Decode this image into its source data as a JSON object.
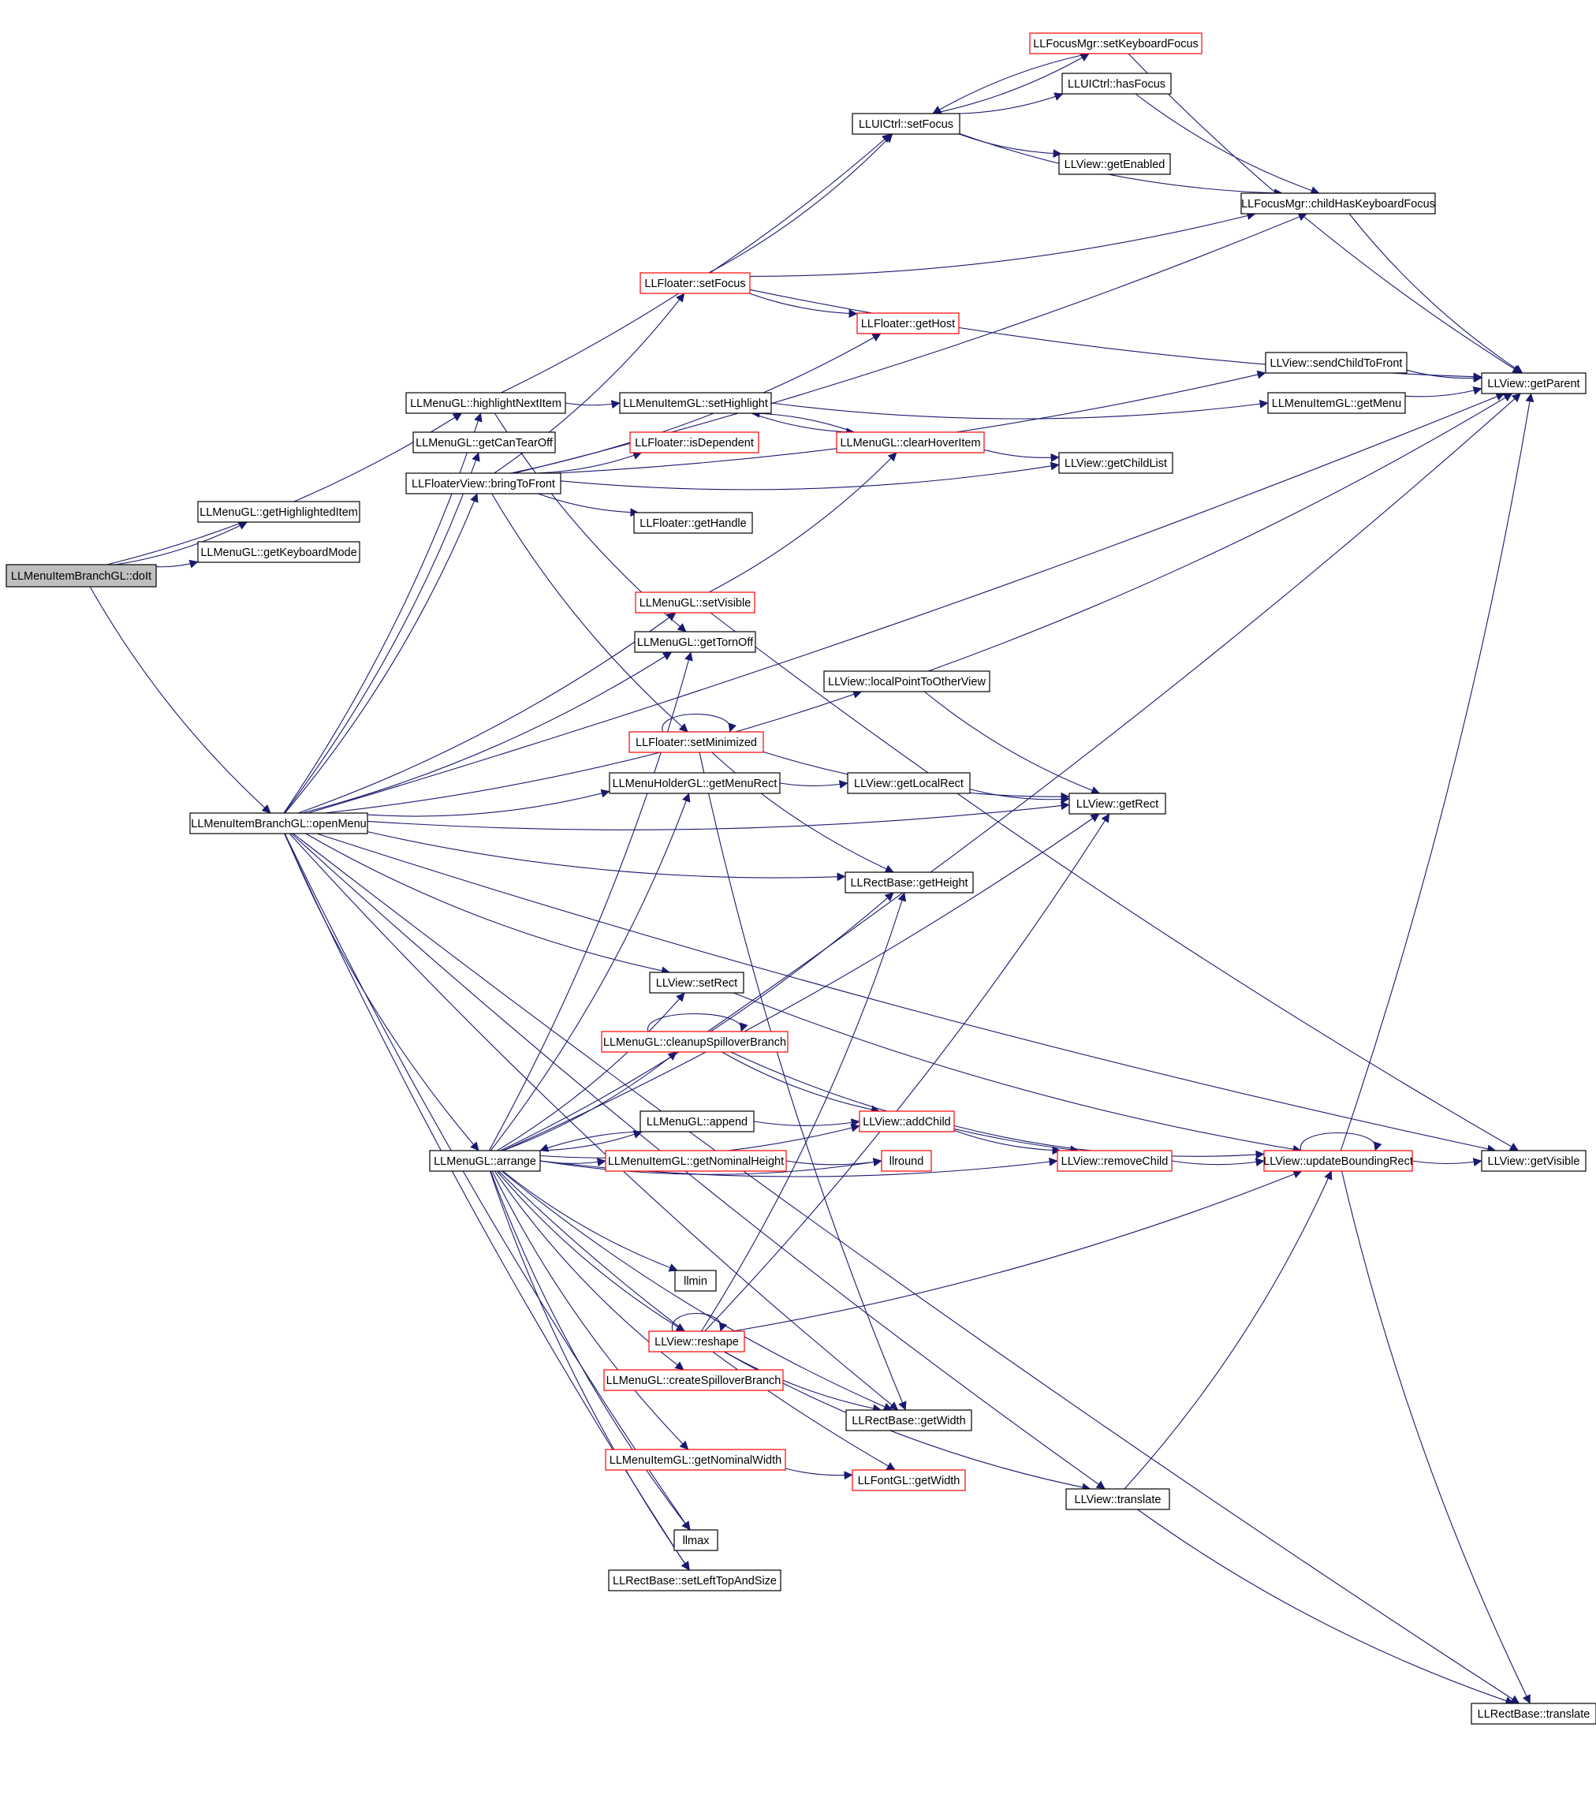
{
  "colors": {
    "edge": "#191970",
    "box_border": "#000000",
    "incomplete_border": "#ff0000",
    "root_fill": "#bfbfbf",
    "background": "#ffffff"
  },
  "nodes": [
    {
      "id": "doIt",
      "label": "LLMenuItemBranchGL::doIt",
      "kind": "root"
    },
    {
      "id": "getHighlightedItem",
      "label": "LLMenuGL::getHighlightedItem",
      "kind": "normal"
    },
    {
      "id": "getKeyboardMode",
      "label": "LLMenuGL::getKeyboardMode",
      "kind": "normal"
    },
    {
      "id": "openMenu",
      "label": "LLMenuItemBranchGL::openMenu",
      "kind": "normal"
    },
    {
      "id": "highlightNextItem",
      "label": "LLMenuGL::highlightNextItem",
      "kind": "normal"
    },
    {
      "id": "getCanTearOff",
      "label": "LLMenuGL::getCanTearOff",
      "kind": "normal"
    },
    {
      "id": "bringToFront",
      "label": "LLFloaterView::bringToFront",
      "kind": "normal"
    },
    {
      "id": "arrange",
      "label": "LLMenuGL::arrange",
      "kind": "normal"
    },
    {
      "id": "setKeyboardFocus",
      "label": "LLFocusMgr::setKeyboardFocus",
      "kind": "red"
    },
    {
      "id": "hasFocus",
      "label": "LLUICtrl::hasFocus",
      "kind": "normal"
    },
    {
      "id": "setFocusUI",
      "label": "LLUICtrl::setFocus",
      "kind": "normal"
    },
    {
      "id": "getEnabled",
      "label": "LLView::getEnabled",
      "kind": "normal"
    },
    {
      "id": "childHasKeyboardFocus",
      "label": "LLFocusMgr::childHasKeyboardFocus",
      "kind": "normal"
    },
    {
      "id": "setFocusFloater",
      "label": "LLFloater::setFocus",
      "kind": "red"
    },
    {
      "id": "getHost",
      "label": "LLFloater::getHost",
      "kind": "red"
    },
    {
      "id": "sendChildToFront",
      "label": "LLView::sendChildToFront",
      "kind": "normal"
    },
    {
      "id": "setHighlight",
      "label": "LLMenuItemGL::setHighlight",
      "kind": "normal"
    },
    {
      "id": "getMenu",
      "label": "LLMenuItemGL::getMenu",
      "kind": "normal"
    },
    {
      "id": "getParent",
      "label": "LLView::getParent",
      "kind": "normal"
    },
    {
      "id": "isDependent",
      "label": "LLFloater::isDependent",
      "kind": "red"
    },
    {
      "id": "clearHoverItem",
      "label": "LLMenuGL::clearHoverItem",
      "kind": "red"
    },
    {
      "id": "getChildList",
      "label": "LLView::getChildList",
      "kind": "normal"
    },
    {
      "id": "getHandle",
      "label": "LLFloater::getHandle",
      "kind": "normal"
    },
    {
      "id": "setVisible",
      "label": "LLMenuGL::setVisible",
      "kind": "red"
    },
    {
      "id": "getTornOff",
      "label": "LLMenuGL::getTornOff",
      "kind": "normal"
    },
    {
      "id": "localPointToOtherView",
      "label": "LLView::localPointToOtherView",
      "kind": "normal"
    },
    {
      "id": "setMinimized",
      "label": "LLFloater::setMinimized",
      "kind": "red"
    },
    {
      "id": "getMenuRect",
      "label": "LLMenuHolderGL::getMenuRect",
      "kind": "normal"
    },
    {
      "id": "getLocalRect",
      "label": "LLView::getLocalRect",
      "kind": "normal"
    },
    {
      "id": "getRect",
      "label": "LLView::getRect",
      "kind": "normal"
    },
    {
      "id": "getHeight",
      "label": "LLRectBase::getHeight",
      "kind": "normal"
    },
    {
      "id": "setRect",
      "label": "LLView::setRect",
      "kind": "normal"
    },
    {
      "id": "cleanupSpilloverBranch",
      "label": "LLMenuGL::cleanupSpilloverBranch",
      "kind": "red"
    },
    {
      "id": "append",
      "label": "LLMenuGL::append",
      "kind": "normal"
    },
    {
      "id": "addChild",
      "label": "LLView::addChild",
      "kind": "red"
    },
    {
      "id": "getNominalHeight",
      "label": "LLMenuItemGL::getNominalHeight",
      "kind": "red"
    },
    {
      "id": "llround",
      "label": "llround",
      "kind": "red"
    },
    {
      "id": "removeChild",
      "label": "LLView::removeChild",
      "kind": "red"
    },
    {
      "id": "updateBoundingRect",
      "label": "LLView::updateBoundingRect",
      "kind": "red"
    },
    {
      "id": "getVisible",
      "label": "LLView::getVisible",
      "kind": "normal"
    },
    {
      "id": "llmin",
      "label": "llmin",
      "kind": "normal"
    },
    {
      "id": "reshape",
      "label": "LLView::reshape",
      "kind": "red"
    },
    {
      "id": "createSpilloverBranch",
      "label": "LLMenuGL::createSpilloverBranch",
      "kind": "red"
    },
    {
      "id": "getWidthRect",
      "label": "LLRectBase::getWidth",
      "kind": "normal"
    },
    {
      "id": "getNominalWidth",
      "label": "LLMenuItemGL::getNominalWidth",
      "kind": "red"
    },
    {
      "id": "getWidthFont",
      "label": "LLFontGL::getWidth",
      "kind": "red"
    },
    {
      "id": "translateView",
      "label": "LLView::translate",
      "kind": "normal"
    },
    {
      "id": "llmax",
      "label": "llmax",
      "kind": "normal"
    },
    {
      "id": "setLeftTopAndSize",
      "label": "LLRectBase::setLeftTopAndSize",
      "kind": "normal"
    },
    {
      "id": "translateRect",
      "label": "LLRectBase::translate",
      "kind": "normal"
    }
  ],
  "edges": [
    [
      "doIt",
      "getHighlightedItem"
    ],
    [
      "doIt",
      "getKeyboardMode"
    ],
    [
      "doIt",
      "highlightNextItem"
    ],
    [
      "doIt",
      "openMenu"
    ],
    [
      "highlightNextItem",
      "setFocusUI"
    ],
    [
      "highlightNextItem",
      "setHighlight"
    ],
    [
      "highlightNextItem",
      "getTornOff"
    ],
    [
      "bringToFront",
      "setFocusFloater"
    ],
    [
      "bringToFront",
      "childHasKeyboardFocus"
    ],
    [
      "bringToFront",
      "getHost"
    ],
    [
      "bringToFront",
      "sendChildToFront"
    ],
    [
      "bringToFront",
      "isDependent"
    ],
    [
      "bringToFront",
      "getChildList"
    ],
    [
      "bringToFront",
      "getHandle"
    ],
    [
      "bringToFront",
      "setMinimized"
    ],
    [
      "setFocusUI",
      "setKeyboardFocus"
    ],
    [
      "setFocusUI",
      "hasFocus"
    ],
    [
      "setFocusUI",
      "getEnabled"
    ],
    [
      "setFocusUI",
      "childHasKeyboardFocus"
    ],
    [
      "setKeyboardFocus",
      "setFocusUI"
    ],
    [
      "setKeyboardFocus",
      "getParent"
    ],
    [
      "hasFocus",
      "childHasKeyboardFocus"
    ],
    [
      "childHasKeyboardFocus",
      "getParent"
    ],
    [
      "setFocusFloater",
      "setFocusUI"
    ],
    [
      "setFocusFloater",
      "getHost"
    ],
    [
      "setFocusFloater",
      "childHasKeyboardFocus"
    ],
    [
      "setFocusFloater",
      "getParent"
    ],
    [
      "sendChildToFront",
      "getParent"
    ],
    [
      "getMenu",
      "getParent"
    ],
    [
      "setHighlight",
      "getMenu"
    ],
    [
      "setHighlight",
      "clearHoverItem"
    ],
    [
      "clearHoverItem",
      "setHighlight"
    ],
    [
      "clearHoverItem",
      "getChildList"
    ],
    [
      "openMenu",
      "highlightNextItem"
    ],
    [
      "openMenu",
      "getCanTearOff"
    ],
    [
      "openMenu",
      "bringToFront"
    ],
    [
      "openMenu",
      "getParent"
    ],
    [
      "openMenu",
      "setVisible"
    ],
    [
      "openMenu",
      "getTornOff"
    ],
    [
      "openMenu",
      "localPointToOtherView"
    ],
    [
      "openMenu",
      "getMenuRect"
    ],
    [
      "openMenu",
      "getRect"
    ],
    [
      "openMenu",
      "getHeight"
    ],
    [
      "openMenu",
      "setRect"
    ],
    [
      "openMenu",
      "arrange"
    ],
    [
      "openMenu",
      "getWidthRect"
    ],
    [
      "openMenu",
      "translateView"
    ],
    [
      "openMenu",
      "getVisible"
    ],
    [
      "openMenu",
      "llmax"
    ],
    [
      "openMenu",
      "setLeftTopAndSize"
    ],
    [
      "openMenu",
      "translateRect"
    ],
    [
      "setVisible",
      "clearHoverItem"
    ],
    [
      "setVisible",
      "getVisible"
    ],
    [
      "localPointToOtherView",
      "getParent"
    ],
    [
      "localPointToOtherView",
      "getRect"
    ],
    [
      "setMinimized",
      "setMinimized"
    ],
    [
      "setMinimized",
      "getRect"
    ],
    [
      "setMinimized",
      "getHeight"
    ],
    [
      "setMinimized",
      "getWidthRect"
    ],
    [
      "getMenuRect",
      "getLocalRect"
    ],
    [
      "getLocalRect",
      "getRect"
    ],
    [
      "setRect",
      "updateBoundingRect"
    ],
    [
      "arrange",
      "getTornOff"
    ],
    [
      "arrange",
      "getMenuRect"
    ],
    [
      "arrange",
      "getHeight"
    ],
    [
      "arrange",
      "getRect"
    ],
    [
      "arrange",
      "setRect"
    ],
    [
      "arrange",
      "cleanupSpilloverBranch"
    ],
    [
      "arrange",
      "append"
    ],
    [
      "arrange",
      "addChild"
    ],
    [
      "arrange",
      "getNominalHeight"
    ],
    [
      "arrange",
      "llround"
    ],
    [
      "arrange",
      "removeChild"
    ],
    [
      "arrange",
      "llmin"
    ],
    [
      "arrange",
      "reshape"
    ],
    [
      "arrange",
      "createSpilloverBranch"
    ],
    [
      "arrange",
      "getWidthRect"
    ],
    [
      "arrange",
      "getNominalWidth"
    ],
    [
      "arrange",
      "getWidthFont"
    ],
    [
      "arrange",
      "llmax"
    ],
    [
      "arrange",
      "setLeftTopAndSize"
    ],
    [
      "cleanupSpilloverBranch",
      "cleanupSpilloverBranch"
    ],
    [
      "cleanupSpilloverBranch",
      "getParent"
    ],
    [
      "cleanupSpilloverBranch",
      "addChild"
    ],
    [
      "cleanupSpilloverBranch",
      "removeChild"
    ],
    [
      "append",
      "arrange"
    ],
    [
      "append",
      "addChild"
    ],
    [
      "addChild",
      "removeChild"
    ],
    [
      "addChild",
      "updateBoundingRect"
    ],
    [
      "getNominalHeight",
      "llround"
    ],
    [
      "removeChild",
      "updateBoundingRect"
    ],
    [
      "updateBoundingRect",
      "updateBoundingRect"
    ],
    [
      "updateBoundingRect",
      "getParent"
    ],
    [
      "updateBoundingRect",
      "getVisible"
    ],
    [
      "updateBoundingRect",
      "translateRect"
    ],
    [
      "reshape",
      "reshape"
    ],
    [
      "reshape",
      "getHeight"
    ],
    [
      "reshape",
      "getRect"
    ],
    [
      "reshape",
      "updateBoundingRect"
    ],
    [
      "reshape",
      "getWidthRect"
    ],
    [
      "reshape",
      "translateView"
    ],
    [
      "getNominalWidth",
      "getWidthFont"
    ],
    [
      "translateView",
      "updateBoundingRect"
    ],
    [
      "translateView",
      "translateRect"
    ]
  ]
}
